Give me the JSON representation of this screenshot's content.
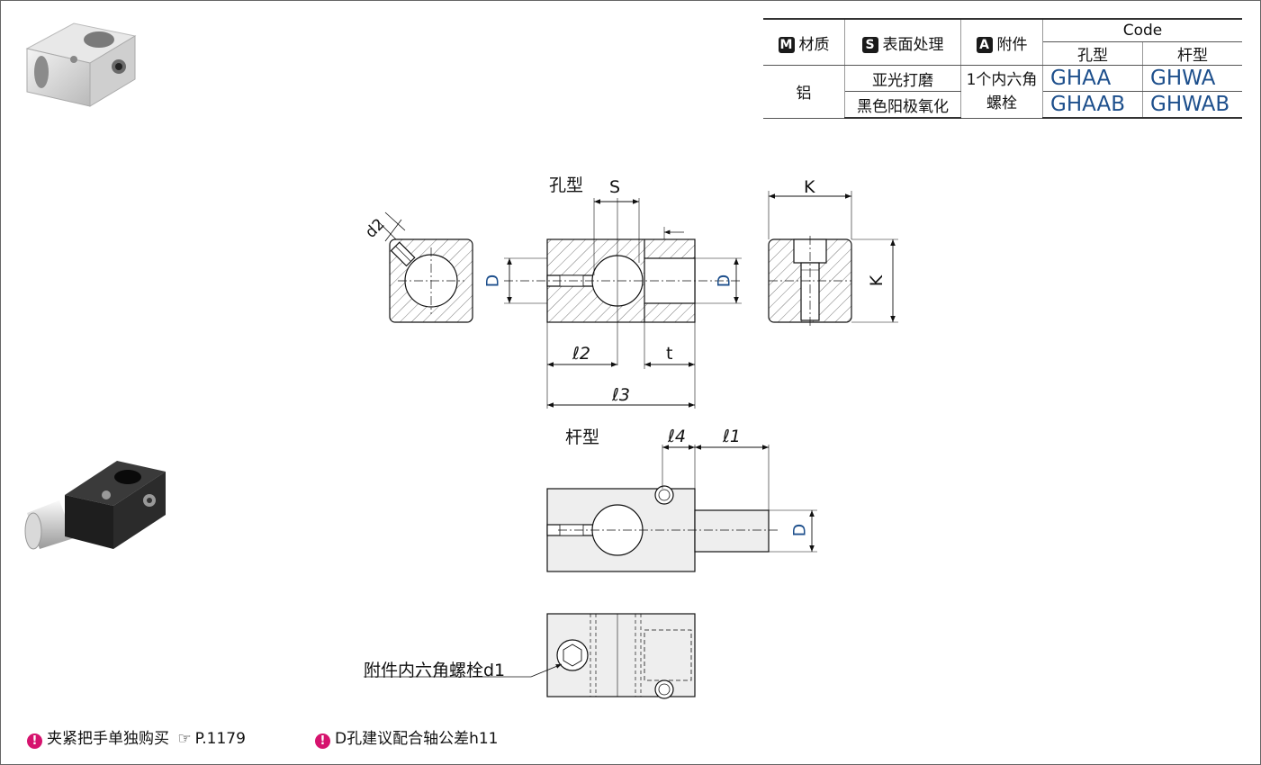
{
  "spec_table": {
    "material_header": "材质",
    "material_badge": "M",
    "surface_header": "表面处理",
    "surface_badge": "S",
    "accessory_header": "附件",
    "accessory_badge": "A",
    "code_header": "Code",
    "hole_type_header": "孔型",
    "rod_type_header": "杆型",
    "material": "铝",
    "surface_1": "亚光打磨",
    "surface_2": "黑色阳极氧化",
    "accessory_line1": "1个内六角",
    "accessory_line2": "螺栓",
    "code_hole_1": "GHAA",
    "code_rod_1": "GHWA",
    "code_hole_2": "GHAAB",
    "code_rod_2": "GHWAB"
  },
  "drawing": {
    "hole_type_title": "孔型",
    "rod_type_title": "杆型",
    "dim_S": "S",
    "dim_K_top": "K",
    "dim_K_side": "K",
    "dim_D_left": "D",
    "dim_D_right": "D",
    "dim_D_rod": "D",
    "dim_d2": "d2",
    "dim_l2": "ℓ2",
    "dim_t": "t",
    "dim_l3": "ℓ3",
    "dim_l4": "ℓ4",
    "dim_l1": "ℓ1",
    "bolt_callout": "附件内六角螺栓d1"
  },
  "notes": {
    "note1_text": "夹紧把手单独购买",
    "note1_ref": "P.1179",
    "note2_text": "D孔建议配合轴公差h11"
  },
  "colors": {
    "accent_blue": "#1d4f8c",
    "note_pin": "#d6136e"
  }
}
